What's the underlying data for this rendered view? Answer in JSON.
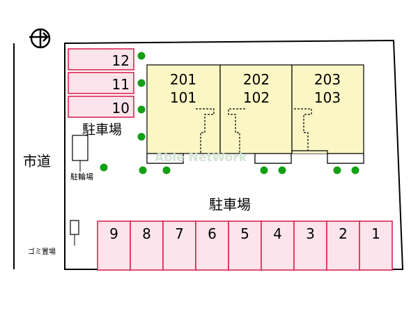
{
  "compass": {
    "icon": "north-arrow-icon"
  },
  "road_label": "市道",
  "parking_label_upper": "駐車場",
  "parking_label_main": "駐車場",
  "bicycle_label": "駐輪場",
  "garbage_label": "ゴミ置場",
  "watermark": "Able NetWork",
  "side_parking": [
    "12",
    "11",
    "10"
  ],
  "bottom_parking": [
    "9",
    "8",
    "7",
    "6",
    "5",
    "4",
    "3",
    "2",
    "1"
  ],
  "units": [
    {
      "upper": "201",
      "lower": "101"
    },
    {
      "upper": "202",
      "lower": "102"
    },
    {
      "upper": "203",
      "lower": "103"
    }
  ],
  "colors": {
    "parking_fill": "#fce4ec",
    "parking_stroke": "#d6184a",
    "building_fill": "#fbf7c5",
    "tree": "#14a014",
    "lot_fill": "#ffffff"
  }
}
